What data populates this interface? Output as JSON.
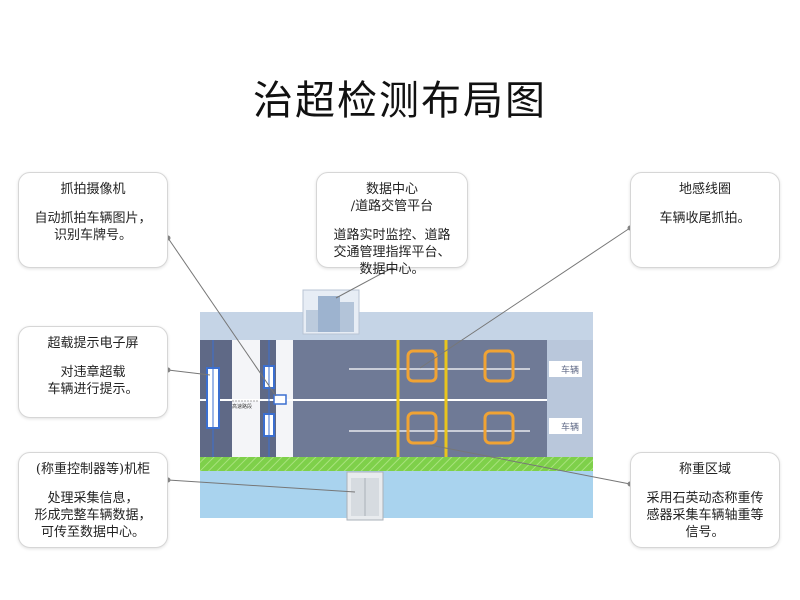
{
  "title": "治超检测布局图",
  "boxes": {
    "camera": {
      "head": "抓拍摄像机",
      "body": "自动抓拍车辆图片，\n识别车牌号。"
    },
    "center": {
      "head": "数据中心\n/道路交管平台",
      "body": "道路实时监控、道路\n交通管理指挥平台、\n数据中心。"
    },
    "coil": {
      "head": "地感线圈",
      "body": "车辆收尾抓拍。"
    },
    "screen": {
      "head": "超载提示电子屏",
      "body": "对违章超载\n车辆进行提示。"
    },
    "cabinet": {
      "head": "(称重控制器等)机柜",
      "body": "处理采集信息，\n形成完整车辆数据，\n可传至数据中心。"
    },
    "weigh": {
      "head": "称重区域",
      "body": "采用石英动态称重传\n感器采集车辆轴重等\n信号。"
    }
  },
  "road": {
    "arrow_label": "车辆",
    "small_labels": [
      "高速路段"
    ]
  },
  "colors": {
    "road": "#6f7a96",
    "road_dark": "#5f6986",
    "sidewalk_top": "#c5d4e6",
    "sidewalk_bottom": "#a9d3ee",
    "grass": "#7ed04a",
    "coil": "#f0a334",
    "marking_yellow": "#e9c51d",
    "screen_blue": "#3b6fd0"
  }
}
